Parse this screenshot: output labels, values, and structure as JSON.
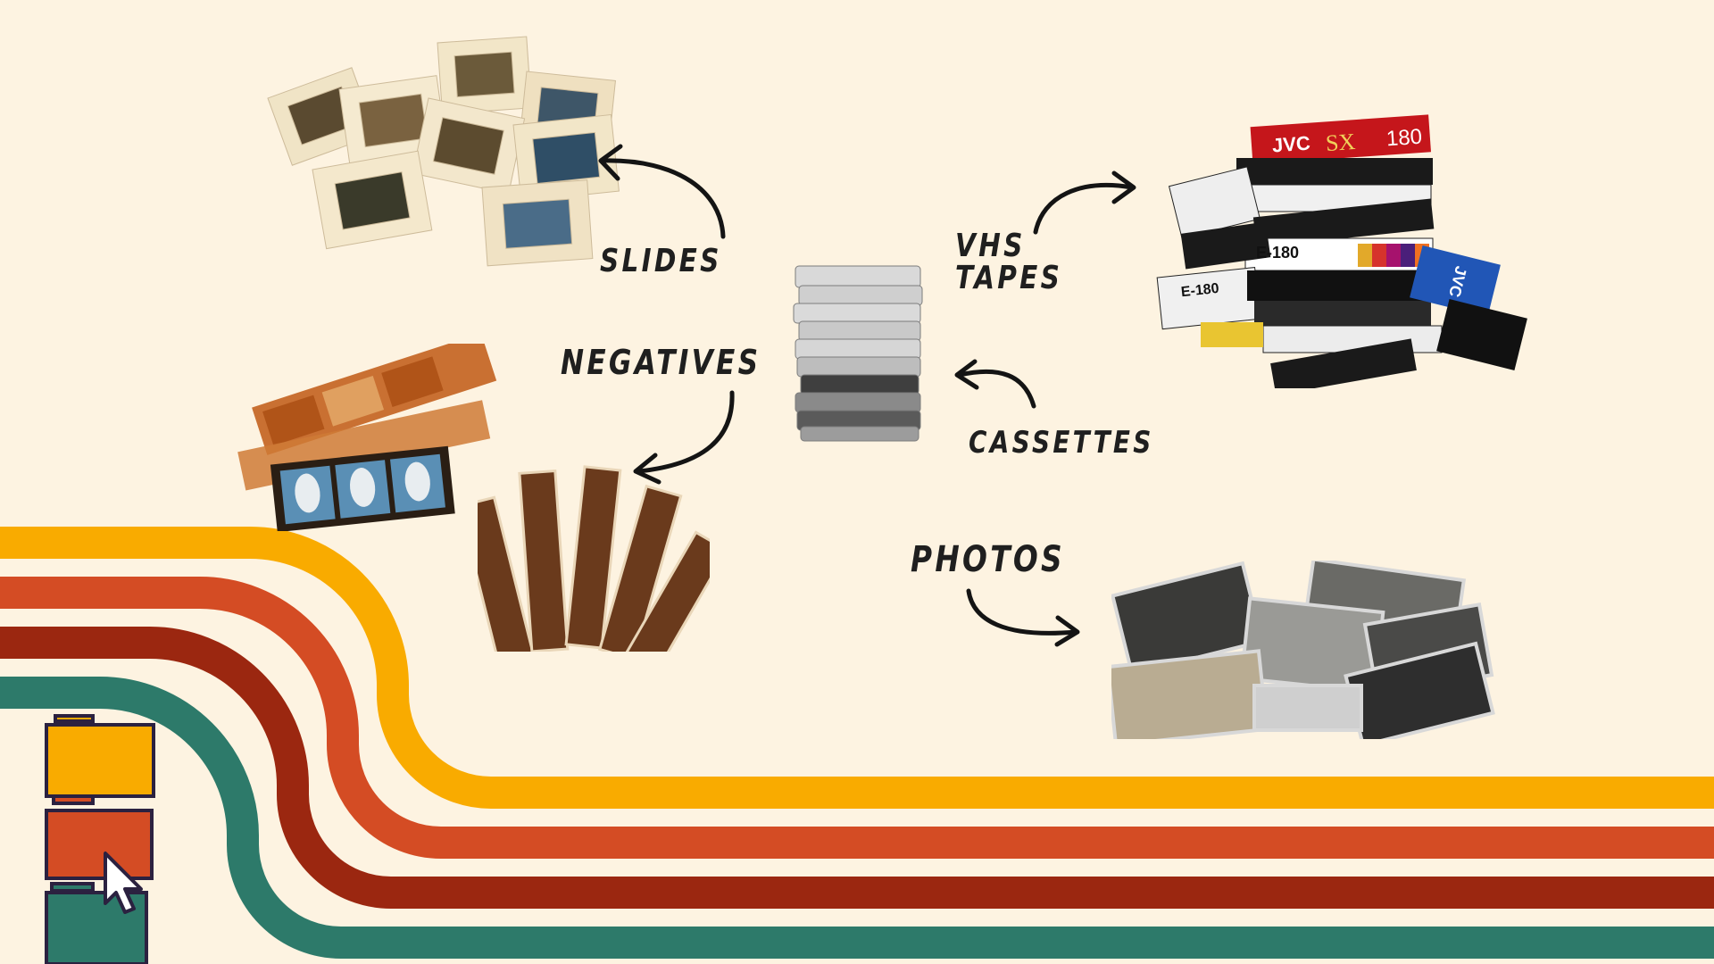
{
  "labels": {
    "slides": "SLIDES",
    "negatives": "NEGATIVES",
    "vhs_line1": "VHS",
    "vhs_line2": "TAPES",
    "cassettes": "CASSETTES",
    "photos": "PHOTOS"
  },
  "vhs_brands": {
    "top": "JVC",
    "top_model": "SX",
    "top_length": "180",
    "middle_model": "E-180",
    "side_brand": "JVC",
    "side_left": "E-180"
  },
  "colors": {
    "background": "#fdf3e1",
    "stripe_yellow": "#f9ab00",
    "stripe_orange": "#d44c24",
    "stripe_red": "#9b2710",
    "stripe_teal": "#2d7a6a",
    "text": "#1f1f1f"
  },
  "icons": [
    "slides-pile-image",
    "negatives-strip-image",
    "film-strips-image",
    "cassette-stack-image",
    "vhs-stack-image",
    "photos-pile-image",
    "folder-stack-icon",
    "pointer-cursor-icon"
  ]
}
